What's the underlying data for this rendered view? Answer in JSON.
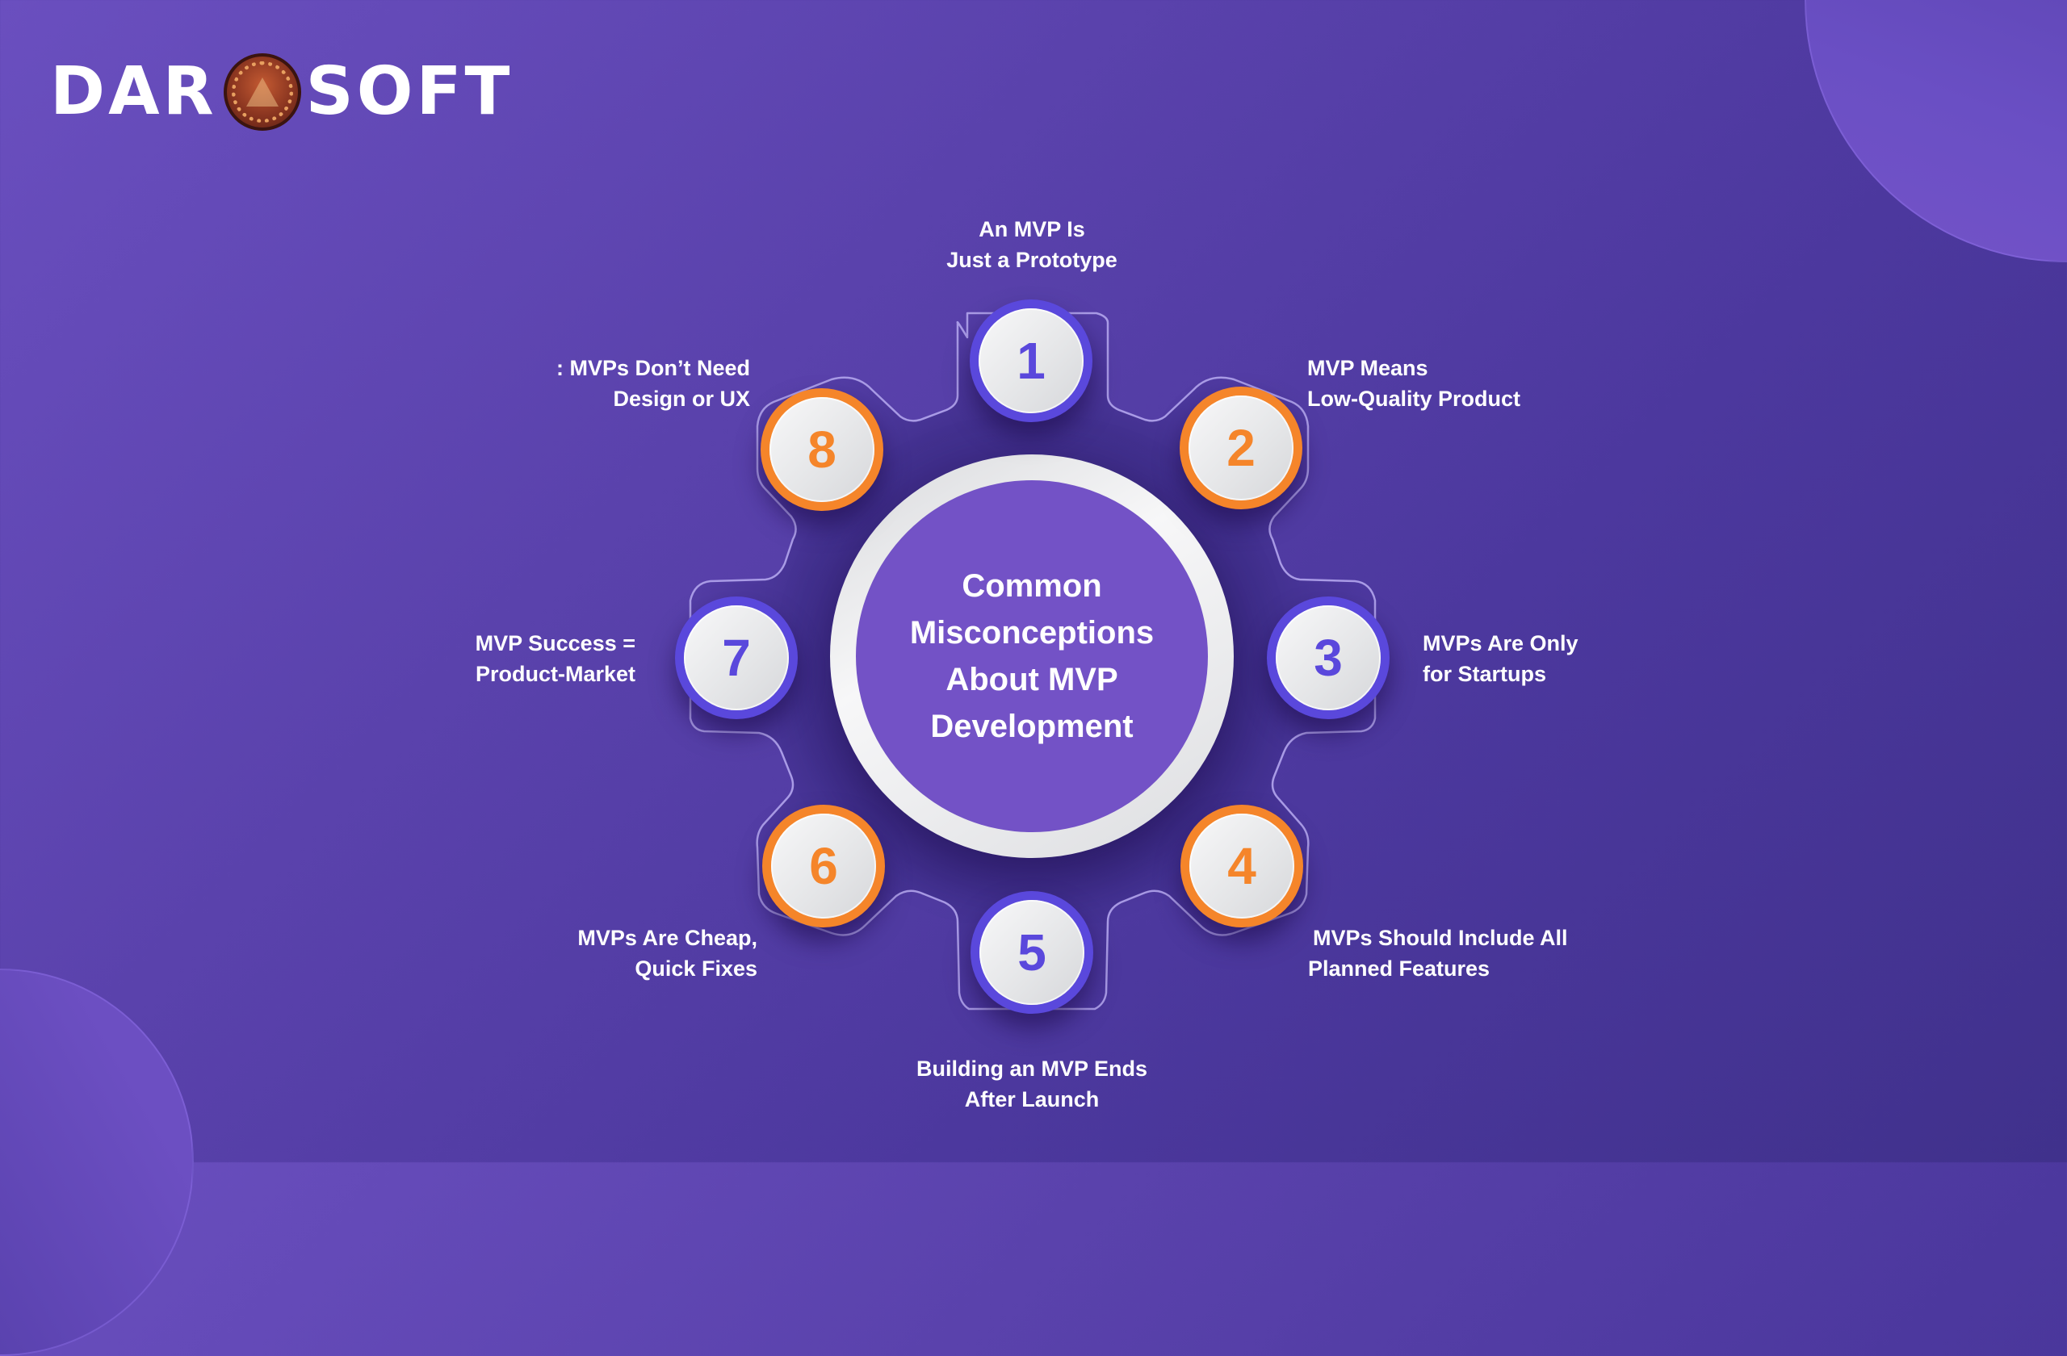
{
  "brand": {
    "left_text": "DAR",
    "right_text": "SOFT",
    "emblem_icon": "pyramid-emblem-icon"
  },
  "center": {
    "title": "Common Misconceptions About MVP Development",
    "lines": [
      "Common",
      "Misconceptions",
      "About MVP",
      "Development"
    ]
  },
  "colors": {
    "background_start": "#6a4fbf",
    "background_end": "#40318c",
    "center_fill": "#7352c6",
    "blue_accent": "#5a48dc",
    "orange_accent": "#f5852a",
    "text": "#ffffff"
  },
  "items": [
    {
      "number": "1",
      "color": "blue",
      "line1": "An MVP Is",
      "line2": "Just a Prototype"
    },
    {
      "number": "2",
      "color": "orange",
      "line1": "MVP Means",
      "line2": "Low-Quality Product"
    },
    {
      "number": "3",
      "color": "blue",
      "line1": "MVPs Are Only",
      "line2": "for Startups"
    },
    {
      "number": "4",
      "color": "orange",
      "line1": "MVPs Should Include All",
      "line2": "Planned Features"
    },
    {
      "number": "5",
      "color": "blue",
      "line1": "Building an MVP Ends",
      "line2": "After Launch"
    },
    {
      "number": "6",
      "color": "orange",
      "line1": "MVPs Are Cheap,",
      "line2": "Quick Fixes"
    },
    {
      "number": "7",
      "color": "blue",
      "line1": "MVP Success =",
      "line2": "Product-Market"
    },
    {
      "number": "8",
      "color": "orange",
      "line1": ": MVPs Don’t Need",
      "line2": "Design or UX"
    }
  ]
}
